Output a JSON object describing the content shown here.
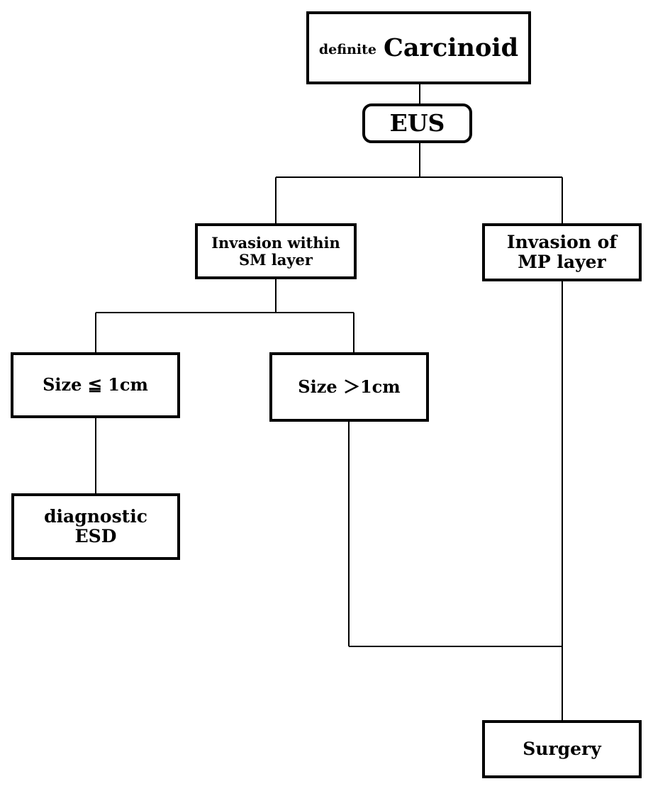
{
  "flowchart": {
    "root": {
      "prefix": "definite",
      "title": "Carcinoid"
    },
    "eus": {
      "label": "EUS"
    },
    "sm_invasion": {
      "line1": "Invasion within",
      "line2": "SM layer"
    },
    "mp_invasion": {
      "line1": "Invasion of",
      "line2": "MP layer"
    },
    "size_small": {
      "label": "Size ≦ 1cm"
    },
    "size_large": {
      "label": "Size ＞1cm"
    },
    "diagnostic_esd": {
      "line1": "diagnostic",
      "line2": "ESD"
    },
    "surgery": {
      "label": "Surgery"
    }
  }
}
